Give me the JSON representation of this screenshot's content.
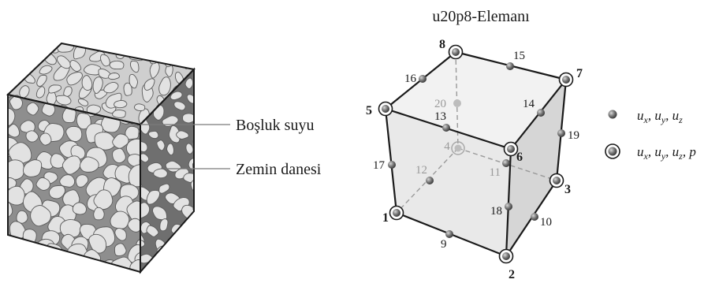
{
  "soil": {
    "pore_water_label": "Boşluk suyu",
    "soil_grain_label": "Zemin danesi"
  },
  "element": {
    "title": "u20p8-Elemanı",
    "corner_nodes": [
      "1",
      "2",
      "3",
      "4",
      "5",
      "6",
      "7",
      "8"
    ],
    "mid_nodes": [
      "9",
      "10",
      "11",
      "12",
      "13",
      "14",
      "15",
      "16",
      "17",
      "18",
      "19",
      "20"
    ]
  },
  "legend": {
    "dof_u": [
      "u",
      "x",
      ", u",
      "y",
      ", u",
      "z"
    ],
    "dof_up": [
      "u",
      "x",
      ", u",
      "y",
      ", u",
      "z",
      ", p"
    ]
  },
  "colors": {
    "grain": "#e2e2e2",
    "top_fill": "#cfcfcf",
    "front_fill": "#8e8e8e",
    "side_fill": "#6f6f6f",
    "node_ball": "#6e6e6e",
    "element_face": "#ececec"
  },
  "icons": {
    "mid_node_symbol": "filled-ball",
    "corner_node_symbol": "ringed-ball"
  }
}
